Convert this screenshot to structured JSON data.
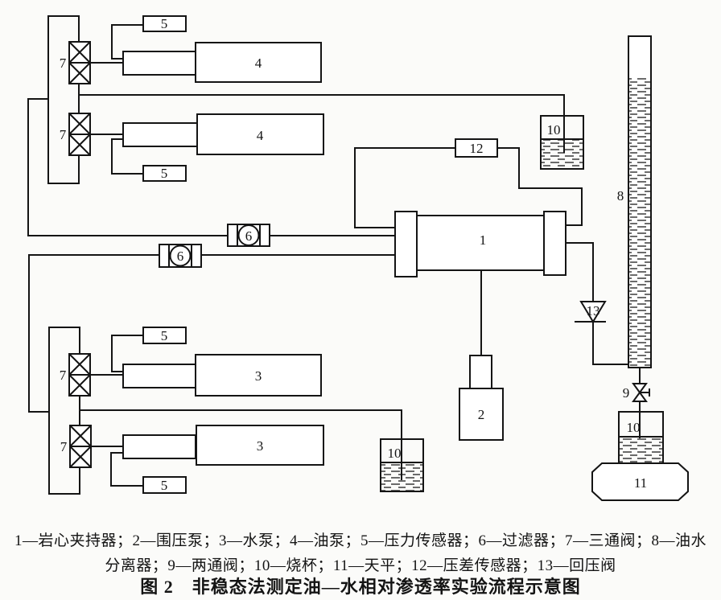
{
  "figure": {
    "caption_line1": "1—岩心夹持器；2—围压泵；3—水泵；4—油泵；5—压力传感器；6—过滤器；7—三通阀；8—油水",
    "caption_line2": "分离器；9—两通阀；10—烧杯；11—天平；12—压差传感器；13—回压阀",
    "title": "图 2　非稳态法测定油—水相对渗透率实验流程示意图"
  },
  "labels": {
    "core_holder": "1",
    "confining_pump": "2",
    "water_pump": "3",
    "oil_pump": "4",
    "pressure_sensor": "5",
    "filter": "6",
    "three_way_valve": "7",
    "oil_water_separator": "8",
    "two_way_valve": "9",
    "beaker": "10",
    "balance": "11",
    "dp_sensor": "12",
    "back_pressure_valve": "13"
  },
  "colors": {
    "line": "#141414",
    "background": "#fbfbf9"
  }
}
